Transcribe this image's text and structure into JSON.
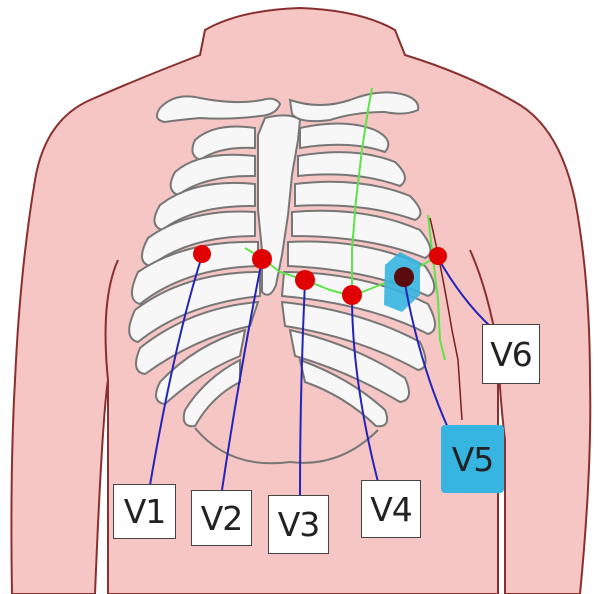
{
  "colors": {
    "skin": "#f5c6c3",
    "skin_outline": "#8a2f2f",
    "bone": "#f7f7f7",
    "bone_outline": "#777777",
    "electrode": "#e00000",
    "electrode_highlight": "#5a0b0b",
    "lead_wire": "#2424b8",
    "guide_line": "#5ee34a",
    "highlight": "#36b5e0"
  },
  "leads": [
    {
      "id": "V1",
      "label": "V1",
      "highlighted": false
    },
    {
      "id": "V2",
      "label": "V2",
      "highlighted": false
    },
    {
      "id": "V3",
      "label": "V3",
      "highlighted": false
    },
    {
      "id": "V4",
      "label": "V4",
      "highlighted": false
    },
    {
      "id": "V5",
      "label": "V5",
      "highlighted": true
    },
    {
      "id": "V6",
      "label": "V6",
      "highlighted": false
    }
  ]
}
